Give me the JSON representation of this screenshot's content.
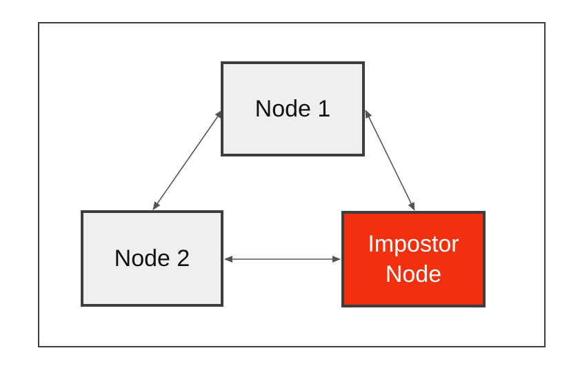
{
  "diagram": {
    "nodes": [
      {
        "id": "node-1",
        "label": "Node 1",
        "kind": "normal"
      },
      {
        "id": "node-2",
        "label": "Node 2",
        "kind": "normal"
      },
      {
        "id": "impostor-node",
        "label": "Impostor\nNode",
        "kind": "impostor"
      }
    ],
    "edges": [
      {
        "from": "node-1",
        "to": "node-2",
        "bidirectional": true
      },
      {
        "from": "node-1",
        "to": "impostor-node",
        "bidirectional": true
      },
      {
        "from": "node-2",
        "to": "impostor-node",
        "bidirectional": true
      }
    ],
    "colors": {
      "node_fill": "#efefef",
      "node_border": "#3d3d3d",
      "impostor_fill": "#f0300e",
      "impostor_text": "#ffffff",
      "edge": "#555555",
      "frame_border": "#3c3c3c"
    }
  }
}
